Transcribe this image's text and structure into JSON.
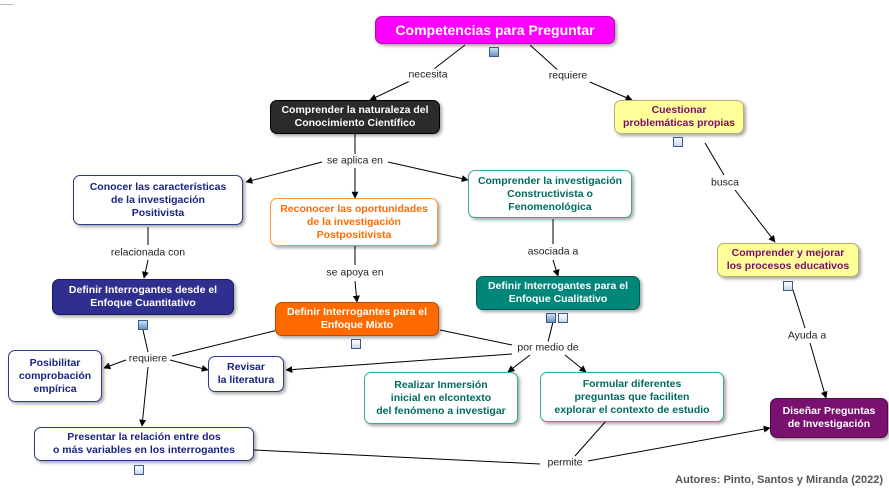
{
  "nodes": {
    "competencias": "Competencias para Preguntar",
    "comprender_naturaleza": "Comprender la naturaleza del\nConocimiento Científico",
    "cuestionar": "Cuestionar\nproblemáticas propias",
    "positivista": "Conocer las características\nde la investigación\nPositivista",
    "postpositivista": "Reconocer las oportunidades\nde la investigación\nPostpositivista",
    "constructivista": "Comprender la investigación\nConstructivista o\nFenomenológica",
    "comprender_mejorar": "Comprender y mejorar\nlos procesos educativos",
    "cuantitativo": "Definir Interrogantes desde el\nEnfoque Cuantitativo",
    "mixto": "Definir Interrogantes para el\nEnfoque Mixto",
    "cualitativo": "Definir Interrogantes para el\nEnfoque Cualitativo",
    "posibilitar": "Posibilitar\ncomprobación\nempírica",
    "revisar": "Revisar\nla literatura",
    "inmersion": "Realizar Inmersión\ninicial en elcontexto\ndel fenómeno a investigar",
    "formular": "Formular diferentes\npreguntas que faciliten\nexplorar el contexto de estudio",
    "disenar": "Diseñar Preguntas\nde Investigación",
    "presentar": "Presentar la relación entre dos\no más variables en los interrogantes"
  },
  "links": {
    "necesita": "necesita",
    "requiere_top": "requiere",
    "se_aplica_en": "se aplica en",
    "busca": "busca",
    "relacionada_con": "relacionada con",
    "se_apoya_en": "se apoya en",
    "asociada_a": "asociada a",
    "ayuda_a": "Ayuda a",
    "requiere_mid": "requiere",
    "por_medio_de": "por medio de",
    "permite": "permite"
  },
  "colors": {
    "magenta": "#ff00ff",
    "dark": "#2b2b2b",
    "yellow": "#ffff99",
    "blue_border": "#2b3b8c",
    "orange": "#ff6a00",
    "teal": "#00877a",
    "navy": "#2f2f8f",
    "purple": "#7a1070"
  },
  "credit": "Autores: Pinto, Santos y Miranda (2022)"
}
